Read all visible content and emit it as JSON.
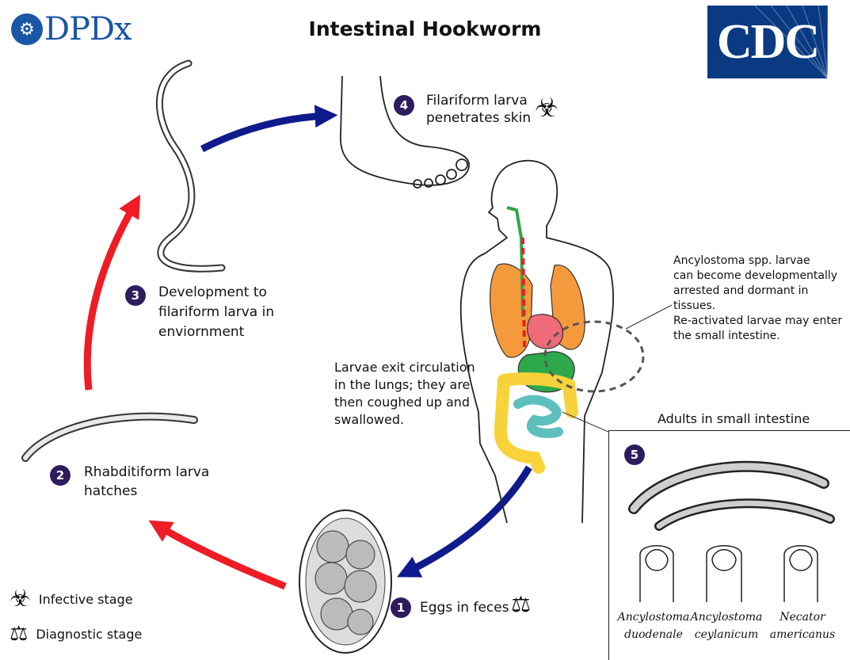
{
  "header": {
    "logo_left": "DPDx",
    "title": "Intestinal Hookworm",
    "logo_right": "CDC"
  },
  "stages": [
    {
      "number": "1",
      "text": [
        "Eggs in feces"
      ],
      "icon": "microscope-icon"
    },
    {
      "number": "2",
      "text": [
        "Rhabditiform larva",
        "hatches"
      ]
    },
    {
      "number": "3",
      "text": [
        "Development to",
        "filariform larva in",
        "enviornment"
      ]
    },
    {
      "number": "4",
      "text": [
        "Filariform larva",
        "penetrates skin"
      ],
      "icon": "biohazard-icon"
    },
    {
      "number": "5",
      "text": []
    }
  ],
  "annotations": {
    "lungs": [
      "Larvae exit circulation",
      "in the lungs;  they are",
      "then coughed up and",
      "swallowed."
    ],
    "ancylostoma": [
      "Ancylostoma spp. larvae",
      "can become developmentally",
      "arrested and dormant in tissues.",
      "Re-activated larvae may enter",
      "the small intestine."
    ]
  },
  "inset": {
    "title": "Adults in small intestine",
    "species": [
      {
        "genus": "Ancylostoma",
        "species": "duodenale"
      },
      {
        "genus": "Ancylostoma",
        "species": "ceylanicum"
      },
      {
        "genus": "Necator",
        "species": "americanus"
      }
    ]
  },
  "legend": [
    {
      "icon": "biohazard-icon",
      "label": "Infective stage"
    },
    {
      "icon": "microscope-icon",
      "label": "Diagnostic stage"
    }
  ],
  "colors": {
    "forward_arrow": "#ee1c25",
    "host_arrow": "#0f1a8c",
    "step_badge": "#2d1d5e",
    "lungs": "#f59a3c",
    "stomach": "#2da84a",
    "colon": "#f8d23a",
    "small_intestine": "#5fbfbf",
    "heart": "#f06b78"
  }
}
